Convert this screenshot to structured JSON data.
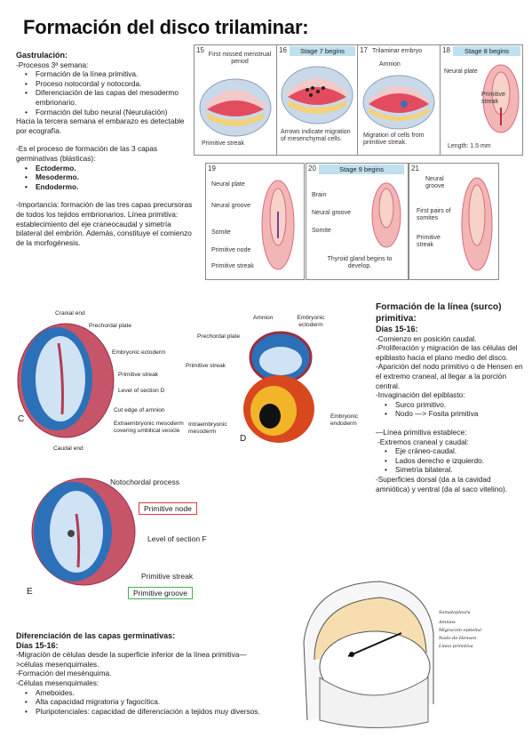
{
  "title": "Formación del disco trilaminar:",
  "gastrulacion": {
    "heading": "Gastrulación:",
    "intro": "-Procesos 3ª semana:",
    "items": [
      "Formación de la línea primitiva.",
      "Proceso notocordal y notocorda.",
      "Diferenciación de las capas del mesodermo embrionario.",
      "Formación del tubo neural (Neurulación)"
    ],
    "note": "Hacia la tercera semana el embarazo es detectable por ecografía.",
    "process": "-Es el proceso de formación de las 3 capas germinativas (blásticas):",
    "layers": [
      "Ectodermo.",
      "Mesodermo.",
      "Endodermo."
    ],
    "importance": "-Importancia: formación de las tres capas precursoras de todos los tejidos embrionarios. Línea primitiva: establecimiento del eje craneocaudal y simetría bilateral del embrión. Además, constituye el comienzo de la morfogénesis."
  },
  "stages_top": [
    {
      "num": "15",
      "header": "First missed menstrual period",
      "caption": "Primitive streak"
    },
    {
      "num": "16",
      "header": "Stage 7 begins",
      "caption": "Arrows indicate migration of mesenchymal cells."
    },
    {
      "num": "17",
      "header": "Trilaminar embryo",
      "header_label": "Amnion",
      "caption": "Migration of cells from primitive streak."
    },
    {
      "num": "18",
      "header": "Stage 8 begins",
      "labels": [
        "Neural plate",
        "Primitive streak"
      ],
      "caption": "Length: 1.5 mm"
    }
  ],
  "stages_bottom": [
    {
      "num": "19",
      "labels": [
        "Neural plate",
        "Neural groove",
        "Somite",
        "Primitive node",
        "Primitive streak"
      ]
    },
    {
      "num": "20",
      "header": "Stage 9 begins",
      "labels": [
        "Brain",
        "Neural groove",
        "Somite"
      ],
      "caption": "Thyroid gland begins to develop."
    },
    {
      "num": "21",
      "labels": [
        "Neural groove",
        "First pairs of somites",
        "Primitive streak"
      ]
    }
  ],
  "figC": {
    "letter": "C",
    "labels": [
      "Cranial end",
      "Prechordal plate",
      "Embryonic ectoderm",
      "Primitive streak",
      "Level of section D",
      "Cut edge of amnion",
      "Extraembryonic mesoderm covering umbilical vesicle",
      "Caudal end"
    ]
  },
  "figD": {
    "letter": "D",
    "labels": [
      "Amnion",
      "Embryonic ectoderm",
      "Prechordal plate",
      "Primitive streak",
      "Intraembryonic mesoderm",
      "Embryonic endoderm"
    ]
  },
  "figE": {
    "letter": "E",
    "labels": [
      "Notochordal process",
      "Primitive node",
      "Level of section F",
      "Primitive streak",
      "Primitive groove"
    ]
  },
  "linea": {
    "heading": "Formación de la línea (surco) primitiva:",
    "days": "Días 15-16:",
    "paragraphs": [
      "-Comienzo en posición caudal.",
      "-Proliferación y migración de las células del epiblasto hacia el plano medio del disco.",
      "-Aparición del nodo primitivo o de Hensen en el extremo craneal, al llegar a la porción central.",
      "-Invaginación del epiblasto:"
    ],
    "inv_items": [
      "Surco primitivo.",
      "Nodo —> Fosita primitiva"
    ],
    "establece": "—Línea primitiva establece:",
    "extremos": "-Extremos craneal y caudal:",
    "ext_items": [
      "Eje cráneo-caudal.",
      "Lados derecho e izquierdo.",
      "Simetría bilateral."
    ],
    "superficies": "-Superficies dorsal (da a la cavidad amniótica) y ventral (da al saco vitelino)."
  },
  "diferenciacion": {
    "heading": "Diferenciación de las capas germinativas:",
    "days": "Días 15-16:",
    "lines": [
      "-Migración de células desde la superficie inferior de la línea primitiva—>células mesenquimales.",
      "-Formación del mesénquima.",
      "-Células mesenquimales:"
    ],
    "items": [
      "Ameboides.",
      "Alta capacidad migratoria y fagocítica.",
      "Pluripotenciales: capacidad de diferenciación a tejidos muy diversos."
    ]
  },
  "sketch": {
    "labels": [
      "Somatopleura",
      "Amnios",
      "Migración epitelial",
      "Nodo de Hensen",
      "Línea primitiva"
    ]
  },
  "colors": {
    "accent_red": "#d5254a",
    "stage_blue": "#bfe0ee",
    "node_box": "#e43a3a",
    "groove_box": "#46b04a"
  }
}
